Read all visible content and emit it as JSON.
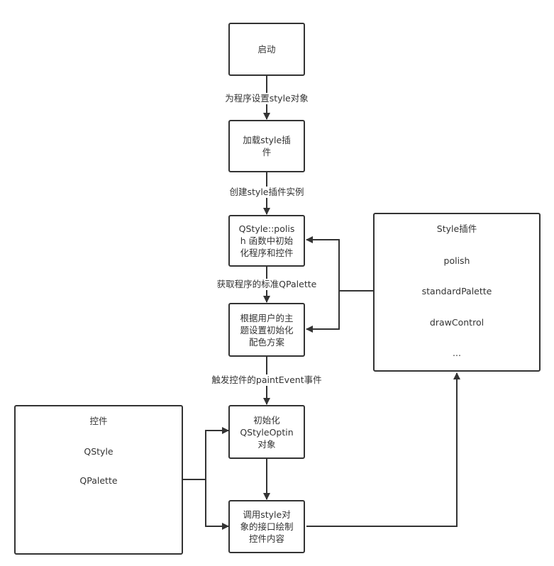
{
  "nodes": {
    "start": "启动",
    "load_plugin": "加载style插\n件",
    "polish": "QStyle::polis\nh 函数中初始\n化程序和控件",
    "palette_init": "根据用户的主\n题设置初始化\n配色方案",
    "init_option": "初始化\nQStyleOptin\n对象",
    "draw": "调用style对\n象的接口绘制\n控件内容"
  },
  "edges": {
    "set_style": "为程序设置style对象",
    "create_instance": "创建style插件实例",
    "get_palette": "获取程序的标准QPalette",
    "trigger_paint": "触发控件的paintEvent事件"
  },
  "style_plugin": {
    "title": "Style插件",
    "items": [
      "polish",
      "standardPalette",
      "drawControl",
      "..."
    ]
  },
  "widget": {
    "title": "控件",
    "items": [
      "QStyle",
      "QPalette"
    ]
  },
  "colors": {
    "stroke": "#333333",
    "background": "#ffffff"
  }
}
